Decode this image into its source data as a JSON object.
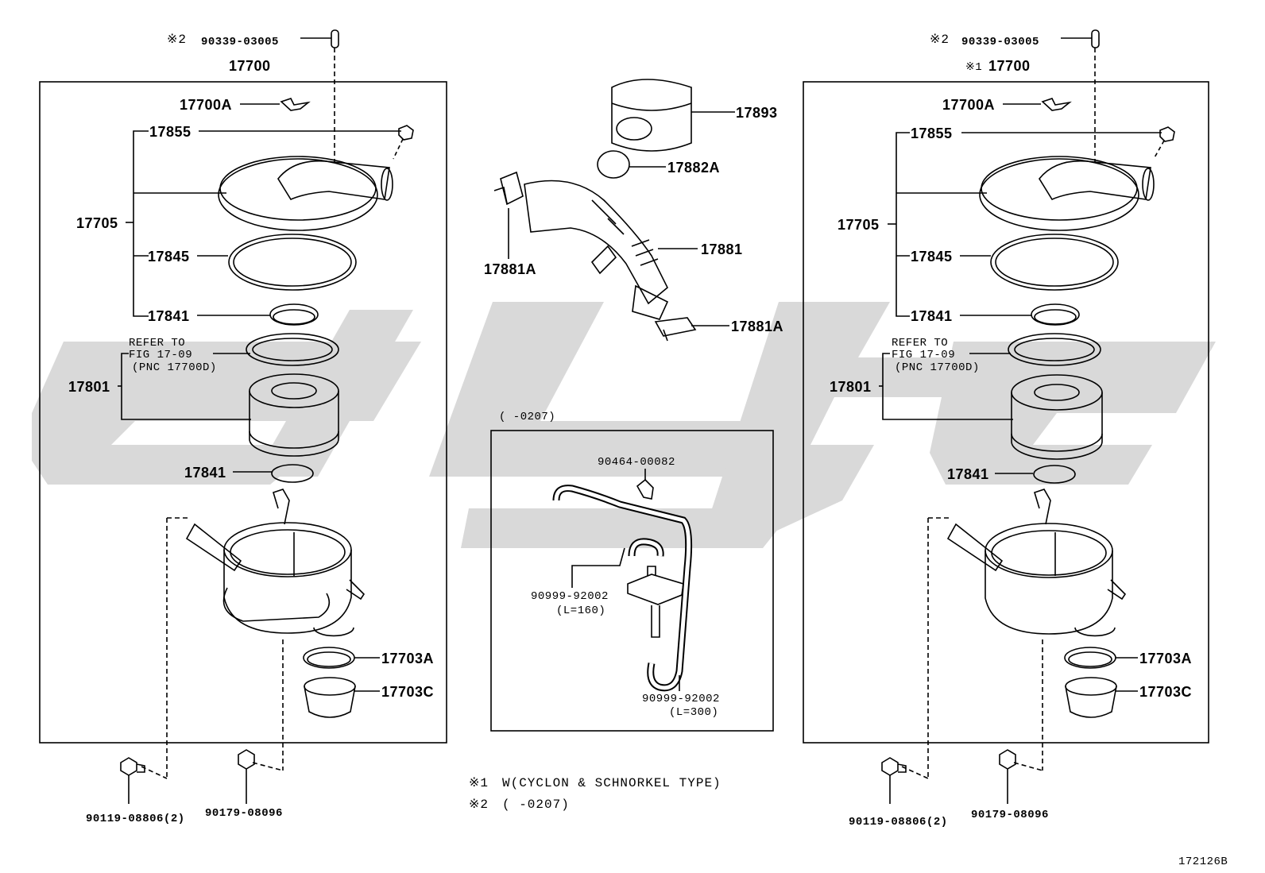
{
  "colors": {
    "line": "#000000",
    "watermark": "#d9d9d9"
  },
  "left": {
    "cap": "90339-03005",
    "cap_mark": "※2",
    "assy": "17700",
    "wing_nut": "17700A",
    "nut": "17855",
    "cover": "17705",
    "gasket": "17845",
    "seal_top": "17841",
    "refer": [
      "REFER TO",
      "FIG 17-09",
      "(PNC 17700D)"
    ],
    "element": "17801",
    "seal_bottom": "17841",
    "valve_seal": "17703A",
    "valve": "17703C",
    "bolt": "90119-08806(2)",
    "bolt2": "90179-08096"
  },
  "right": {
    "cap": "90339-03005",
    "cap_mark": "※2",
    "assy": "17700",
    "assy_mark": "※1",
    "wing_nut": "17700A",
    "nut": "17855",
    "cover": "17705",
    "gasket": "17845",
    "seal_top": "17841",
    "refer": [
      "REFER TO",
      "FIG 17-09",
      "(PNC 17700D)"
    ],
    "element": "17801",
    "seal_bottom": "17841",
    "valve_seal": "17703A",
    "valve": "17703C",
    "bolt": "90119-08806(2)",
    "bolt2": "90179-08096"
  },
  "center": {
    "resonator": "17893",
    "clamp": "17882A",
    "hose": "17881",
    "hose_clamp_left": "17881A",
    "hose_clamp_right": "17881A",
    "box_title": "(     -0207)",
    "clip": "90464-00082",
    "hose1": "90999-92002",
    "hose1_len": "(L=160)",
    "hose2": "90999-92002",
    "hose2_len": "(L=300)"
  },
  "notes": {
    "n1_mark": "※1",
    "n1_text": "W(CYCLON & SCHNORKEL TYPE)",
    "n2_mark": "※2",
    "n2_text": "(     -0207)"
  },
  "figure_id": "172126B"
}
